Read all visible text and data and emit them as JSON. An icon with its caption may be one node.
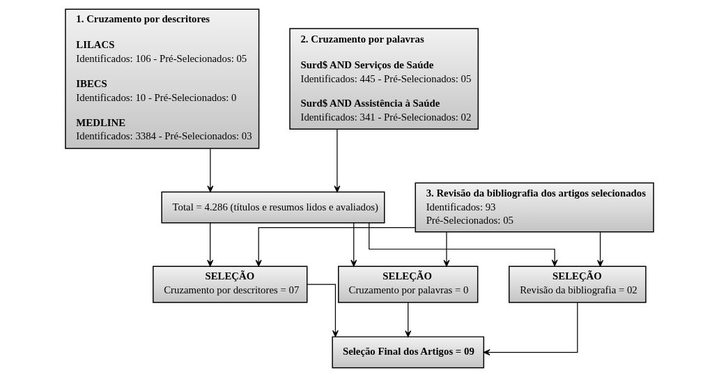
{
  "diagram": {
    "nodes": [
      {
        "text": [
          "1. Cruzamento por descritores",
          "LILACS",
          "Identificados: 106 - Pré-Selecionados: 05",
          "IBECS",
          "Identificados: 10 - Pré-Selecionados: 0",
          "MEDLINE",
          "Identificados: 3384 - Pré-Selecionados: 03"
        ]
      },
      {
        "text": [
          "2. Cruzamento por palavras",
          "Surd$ AND Serviços de Saúde",
          "Identificados: 445 - Pré-Selecionados: 05",
          "Surd$ AND Assistência à Saúde",
          "Identificados: 341 - Pré-Selecionados: 02"
        ]
      },
      {
        "text": [
          "Total = 4.286 (títulos e resumos lidos e avaliados)"
        ]
      },
      {
        "text": [
          "3. Revisão da bibliografia dos artigos selecionados",
          "Identificados: 93",
          "Pré-Selecionados: 05"
        ]
      },
      {
        "text": [
          "SELEÇÃO",
          "Cruzamento por descritores = 07"
        ]
      },
      {
        "text": [
          "SELEÇÃO",
          "Cruzamento por palavras = 0"
        ]
      },
      {
        "text": [
          "SELEÇÃO",
          "Revisão da bibliografia = 02"
        ]
      },
      {
        "text": [
          "Seleção Final dos Artigos = 09"
        ]
      }
    ],
    "edges": [
      {
        "from": 0,
        "to": 2,
        "arrow": "to"
      },
      {
        "from": 1,
        "to": 2,
        "arrow": "to"
      },
      {
        "from": 2,
        "to": 4,
        "arrow": "to"
      },
      {
        "from": 2,
        "to": 5,
        "arrow": "to"
      },
      {
        "from": 2,
        "to": 6,
        "arrow": "to"
      },
      {
        "from": 3,
        "to": 4,
        "arrow": "to"
      },
      {
        "from": 3,
        "to": 5,
        "arrow": "to"
      },
      {
        "from": 3,
        "to": 6,
        "arrow": "to"
      },
      {
        "from": 4,
        "to": 7,
        "arrow": "to"
      },
      {
        "from": 5,
        "to": 7,
        "arrow": "to"
      },
      {
        "from": 6,
        "to": 7,
        "arrow": "to"
      }
    ]
  }
}
